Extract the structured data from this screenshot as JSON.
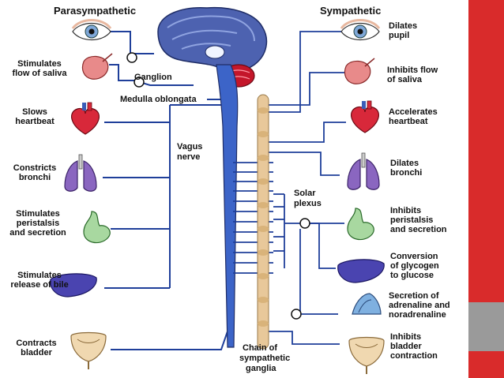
{
  "header": {
    "parasympathetic": "Parasympathetic",
    "sympathetic": "Sympathetic"
  },
  "center": {
    "ganglion": "Ganglion",
    "medulla": "Medulla oblongata",
    "vagus": [
      "Vagus",
      "nerve"
    ],
    "solar": [
      "Solar",
      "plexus"
    ],
    "chain": [
      "Chain of",
      "sympathetic",
      "ganglia"
    ]
  },
  "left": [
    {
      "organ": "eye",
      "lines": []
    },
    {
      "organ": "salivary",
      "lines": [
        "Stimulates",
        "flow of saliva"
      ]
    },
    {
      "organ": "heart",
      "lines": [
        "Slows",
        "heartbeat"
      ]
    },
    {
      "organ": "lungs",
      "lines": [
        "Constricts",
        "bronchi"
      ]
    },
    {
      "organ": "stomach",
      "lines": [
        "Stimulates",
        "peristalsis",
        "and secretion"
      ]
    },
    {
      "organ": "liver",
      "lines": [
        "Stimulates",
        "release of bile"
      ]
    },
    {
      "organ": "bladder",
      "lines": [
        "Contracts",
        "bladder"
      ]
    }
  ],
  "right": [
    {
      "organ": "eye",
      "lines": [
        "Dilates",
        "pupil"
      ]
    },
    {
      "organ": "salivary",
      "lines": [
        "Inhibits flow",
        "of saliva"
      ]
    },
    {
      "organ": "heart",
      "lines": [
        "Accelerates",
        "heartbeat"
      ]
    },
    {
      "organ": "lungs",
      "lines": [
        "Dilates",
        "bronchi"
      ]
    },
    {
      "organ": "stomach",
      "lines": [
        "Inhibits",
        "peristalsis",
        "and secretion"
      ]
    },
    {
      "organ": "liver",
      "lines": [
        "Conversion",
        "of glycogen",
        "to glucose"
      ]
    },
    {
      "organ": "adrenal",
      "lines": [
        "Secretion of",
        "adrenaline and",
        "noradrenaline"
      ]
    },
    {
      "organ": "bladder",
      "lines": [
        "Inhibits",
        "bladder",
        "contraction"
      ]
    }
  ],
  "colors": {
    "nerve": "#1f3f9a",
    "cord": "#3c64c8",
    "chain": "#e8c89a",
    "brain": "#3a4f9e",
    "cerebellum": "#c4162a",
    "accent_bar": "#d92b2b",
    "accent_grey": "#9a9a9a"
  }
}
